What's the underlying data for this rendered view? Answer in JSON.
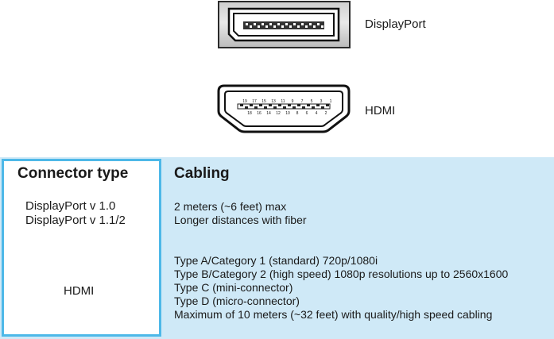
{
  "connectors": [
    {
      "name": "DisplayPort",
      "icon": "displayport-connector-icon"
    },
    {
      "name": "HDMI",
      "icon": "hdmi-connector-icon"
    }
  ],
  "hdmi_pins": {
    "top_numbers": [
      "19",
      "17",
      "15",
      "13",
      "11",
      "9",
      "7",
      "5",
      "3",
      "1"
    ],
    "bottom_numbers": [
      "18",
      "16",
      "14",
      "12",
      "10",
      "8",
      "6",
      "4",
      "2"
    ]
  },
  "table": {
    "header_connector": "Connector type",
    "header_cabling": "Cabling",
    "rows": [
      {
        "connector_lines": [
          "DisplayPort v 1.0",
          "DisplayPort v 1.1/2"
        ],
        "cabling_lines": [
          "2 meters (~6 feet) max",
          "Longer distances with fiber"
        ]
      },
      {
        "connector_lines": [
          "HDMI"
        ],
        "cabling_lines": [
          "Type A/Category 1 (standard) 720p/1080i",
          "Type B/Category 2 (high speed) 1080p resolutions up to 2560x1600",
          "Type C (mini-connector)",
          "Type D (micro-connector)",
          "Maximum of 10 meters (~32 feet) with quality/high speed cabling"
        ]
      }
    ]
  },
  "colors": {
    "table_background": "#cfe9f7",
    "connector_column_border": "#4db8e8",
    "connector_outline": "#1a1a1a",
    "plate_metal": "#d4d4d4"
  }
}
